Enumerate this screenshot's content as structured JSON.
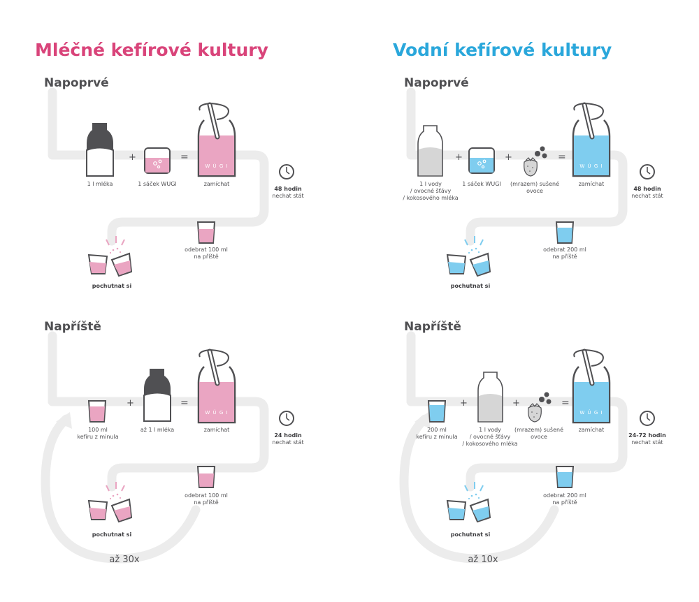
{
  "colors": {
    "pink": "#d9447a",
    "pink_fill": "#eaa5c2",
    "blue": "#2aa7db",
    "blue_fill": "#7fcdef",
    "dark": "#505053",
    "gray_fill": "#d6d6d6",
    "path": "#ececec"
  },
  "milk": {
    "title": "Mléčné kefírové kultury",
    "first": {
      "heading": "Napoprvé",
      "milk_label": "1 l mléka",
      "sachet_label": "1 sáček WUGI",
      "stir_label": "zamíchat",
      "jar_brand": "W Ú G I",
      "wait_bold": "48 hodin",
      "wait_rest": "nechat stát",
      "take_line1": "odebrat 100 ml",
      "take_line2": "na příště",
      "taste": "pochutnat si"
    },
    "next": {
      "heading": "Napříště",
      "kefir_line1": "100 ml",
      "kefir_line2": "kefíru z minula",
      "milk_label": "až 1 l mléka",
      "stir_label": "zamíchat",
      "jar_brand": "W Ú G I",
      "wait_bold": "24 hodin",
      "wait_rest": "nechat stát",
      "take_line1": "odebrat 100 ml",
      "take_line2": "na příště",
      "taste": "pochutnat si",
      "repeat": "až 30x"
    }
  },
  "water": {
    "title": "Vodní kefírové kultury",
    "first": {
      "heading": "Napoprvé",
      "water_line1": "1 l vody",
      "water_line2": "/ ovocné šťávy",
      "water_line3": "/ kokosového mléka",
      "sachet_label": "1 sáček WUGI",
      "fruit_line1": "(mrazem) sušené",
      "fruit_line2": "ovoce",
      "stir_label": "zamíchat",
      "jar_brand": "W Ú G I",
      "wait_bold": "48 hodin",
      "wait_rest": "nechat stát",
      "take_line1": "odebrat 200 ml",
      "take_line2": "na příště",
      "taste": "pochutnat si"
    },
    "next": {
      "heading": "Napříště",
      "kefir_line1": "200 ml",
      "kefir_line2": "kefíru z minula",
      "water_line1": "1 l vody",
      "water_line2": "/ ovocné šťávy",
      "water_line3": "/ kokosového mléka",
      "fruit_line1": "(mrazem) sušené",
      "fruit_line2": "ovoce",
      "stir_label": "zamíchat",
      "jar_brand": "W Ú G I",
      "wait_bold": "24-72 hodin",
      "wait_rest": "nechat stát",
      "take_line1": "odebrat 200 ml",
      "take_line2": "na příště",
      "taste": "pochutnat si",
      "repeat": "až 10x"
    }
  },
  "symbols": {
    "plus": "+",
    "equals": "="
  },
  "icons": [
    "milk-bottle-icon",
    "sachet-icon",
    "jar-icon",
    "spoon-icon",
    "clock-icon",
    "cup-icon",
    "cheers-cups-icon",
    "water-bottle-icon",
    "strawberry-icon",
    "blueberries-icon",
    "loop-arrow-icon"
  ]
}
